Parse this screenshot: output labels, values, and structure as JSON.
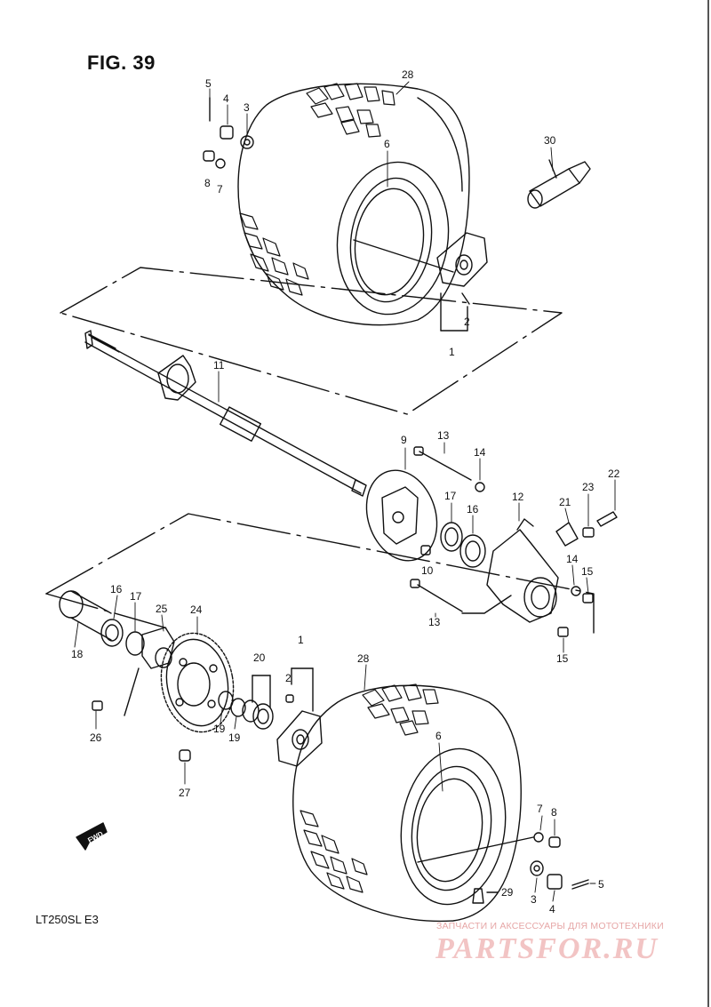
{
  "figure": {
    "title": "FIG. 39",
    "model": "LT250SL  E3"
  },
  "fwd_badge": "FWD",
  "watermark": {
    "top": "ЗАПЧАСТИ И АКСЕССУАРЫ ДЛЯ МОТОТЕХНИКИ",
    "main": "PARTSFOR.RU"
  },
  "callouts": [
    "5",
    "4",
    "3",
    "8",
    "7",
    "28",
    "6",
    "30",
    "2",
    "1",
    "11",
    "9",
    "13",
    "14",
    "17",
    "16",
    "12",
    "22",
    "23",
    "21",
    "10",
    "14",
    "15",
    "13",
    "15",
    "16",
    "17",
    "25",
    "24",
    "18",
    "20",
    "1",
    "2",
    "28",
    "6",
    "19",
    "19",
    "26",
    "27",
    "7",
    "8",
    "29",
    "3",
    "5",
    "4"
  ]
}
